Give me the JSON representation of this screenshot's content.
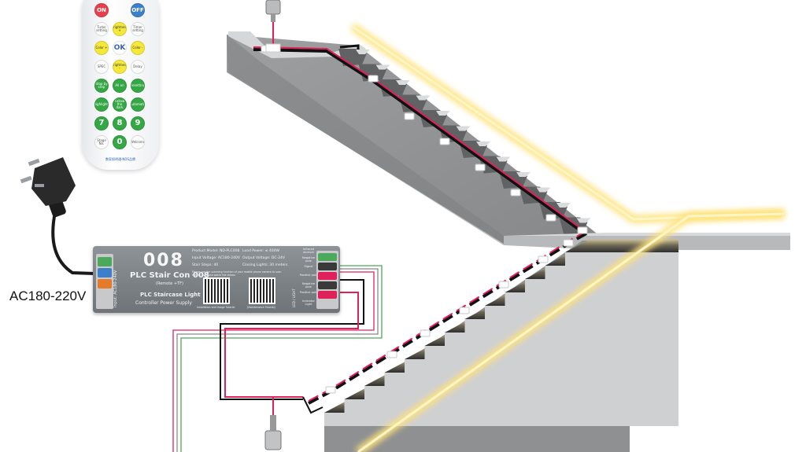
{
  "supply_label": "AC180-220V",
  "remote": {
    "top_buttons": [
      "ON",
      "OFF"
    ],
    "rows": [
      [
        "Turbo setting",
        "Brightness +",
        "Timer setting"
      ],
      [
        "Color +",
        "OK",
        "Color -"
      ],
      [
        "SPEC",
        "Brightness -",
        "Delay"
      ],
      [
        "Stop by step",
        "All on",
        "Resetting"
      ],
      [
        "Highlights",
        "Follow the dark",
        "Automatic"
      ],
      [
        "7",
        "8",
        "9"
      ],
      [
        "Stage No.",
        "0",
        "Welcome"
      ]
    ],
    "brand": "数家照明通-NDS品牌"
  },
  "controller": {
    "logo": "008",
    "name": "PLC Stair Con 008",
    "sub": "(Remote +TF)",
    "type_line1": "PLC Staircase Light",
    "type_line2": "Controller Power Supply",
    "input_side": "Input: AC180-240V",
    "model": "Product Model: ND-PLC008",
    "load": "Load Power: ≤ 400W",
    "input_voltage": "Input Voltage: AC180-240V",
    "output_voltage": "Output Voltage: DC-24V",
    "stair_steps": "Stair Steps: 40",
    "closing_lights": "Closing Lights: 30 meters",
    "scan_note": "Please use the scanning function of your mobile phone camera to scan the QR code and watch the videos",
    "qr1_caption": "Installation and Usage Tutorial",
    "qr2_caption": "(Maintenance Tutorial)",
    "right_labels": [
      "Infrared receiver",
      "Negative pole",
      "Signal",
      "Positive pole",
      "Negative pole",
      "Positive pole",
      "Indicator Light"
    ],
    "right_side": "LED / LIGHT"
  }
}
